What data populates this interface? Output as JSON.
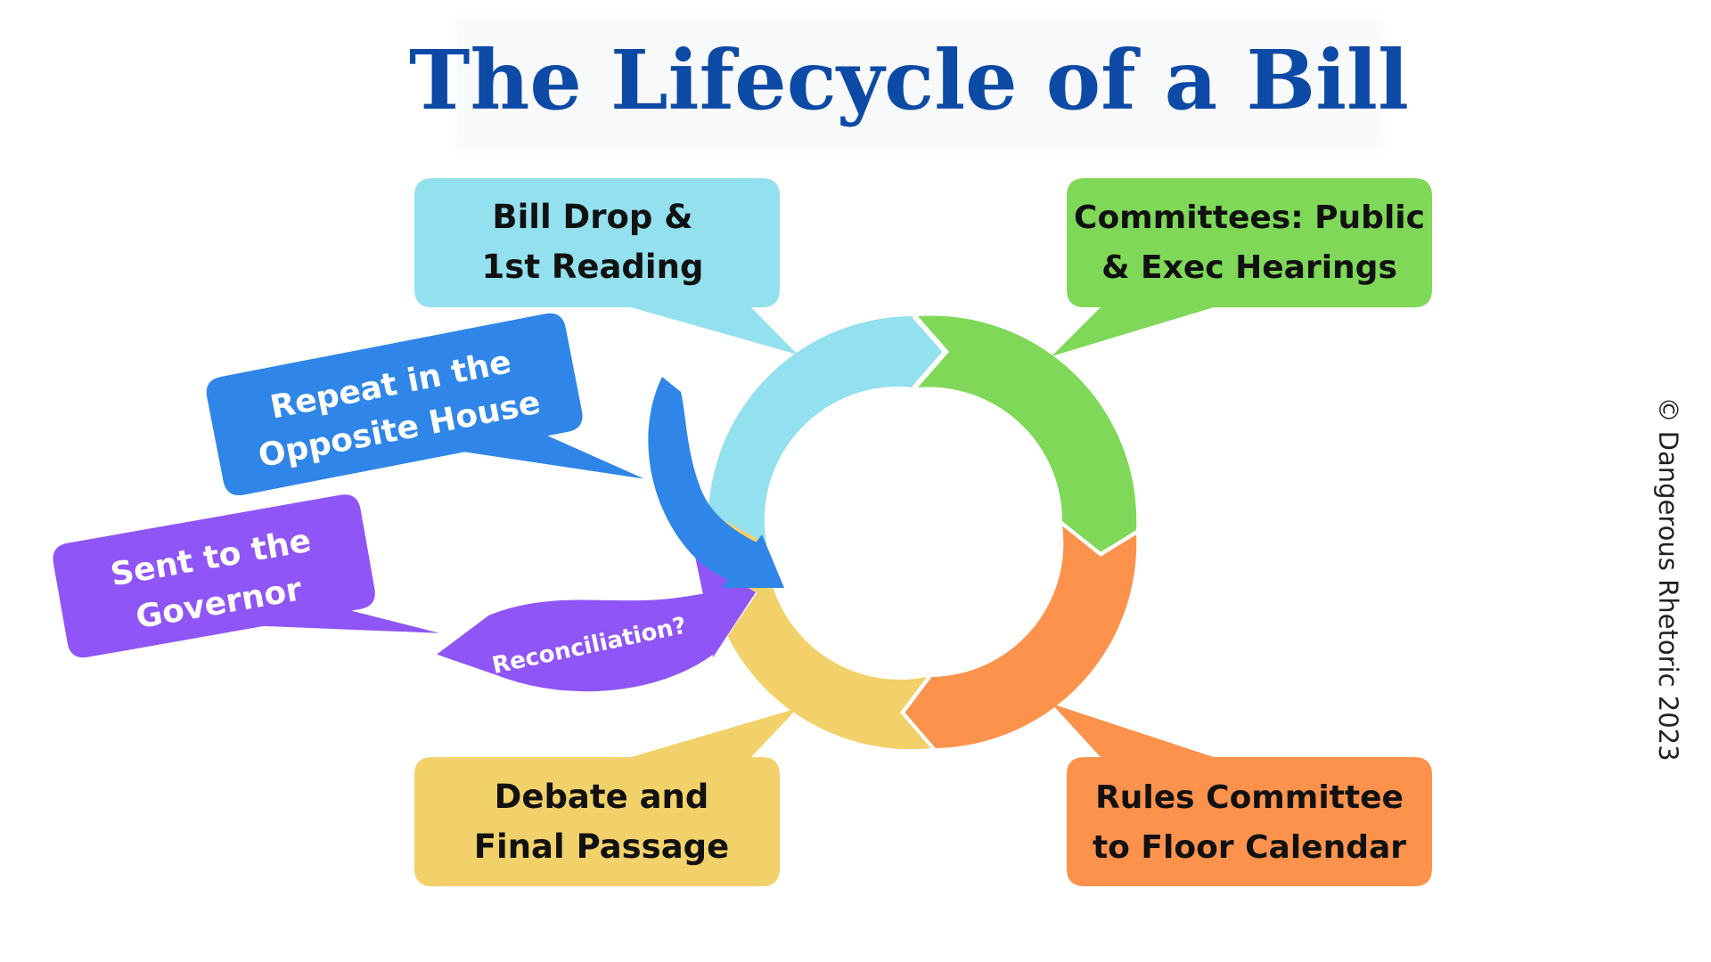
{
  "title": "The Lifecycle of a Bill",
  "copyright": "© Dangerous Rhetoric 2023",
  "stages": {
    "bill_drop": {
      "line1": "Bill Drop &",
      "line2": "1st Reading",
      "color": "#93e0ee"
    },
    "committees": {
      "line1": "Committees: Public",
      "line2": "& Exec Hearings",
      "color": "#7fd858"
    },
    "rules": {
      "line1": "Rules Committee",
      "line2": "to Floor Calendar",
      "color": "#fd924c"
    },
    "debate": {
      "line1": "Debate and",
      "line2": "Final Passage",
      "color": "#f2d16a"
    },
    "repeat": {
      "line1": "Repeat in the",
      "line2": "Opposite House",
      "color": "#2f86e8"
    },
    "governor": {
      "line1": "Sent to the",
      "line2": "Governor",
      "color": "#8f55f7"
    },
    "reconciliation": {
      "label": "Reconciliation?",
      "color": "#8f55f7"
    }
  },
  "colors": {
    "title": "#0d4aa6",
    "dark_text": "#111111",
    "light_text": "#ffffff"
  }
}
